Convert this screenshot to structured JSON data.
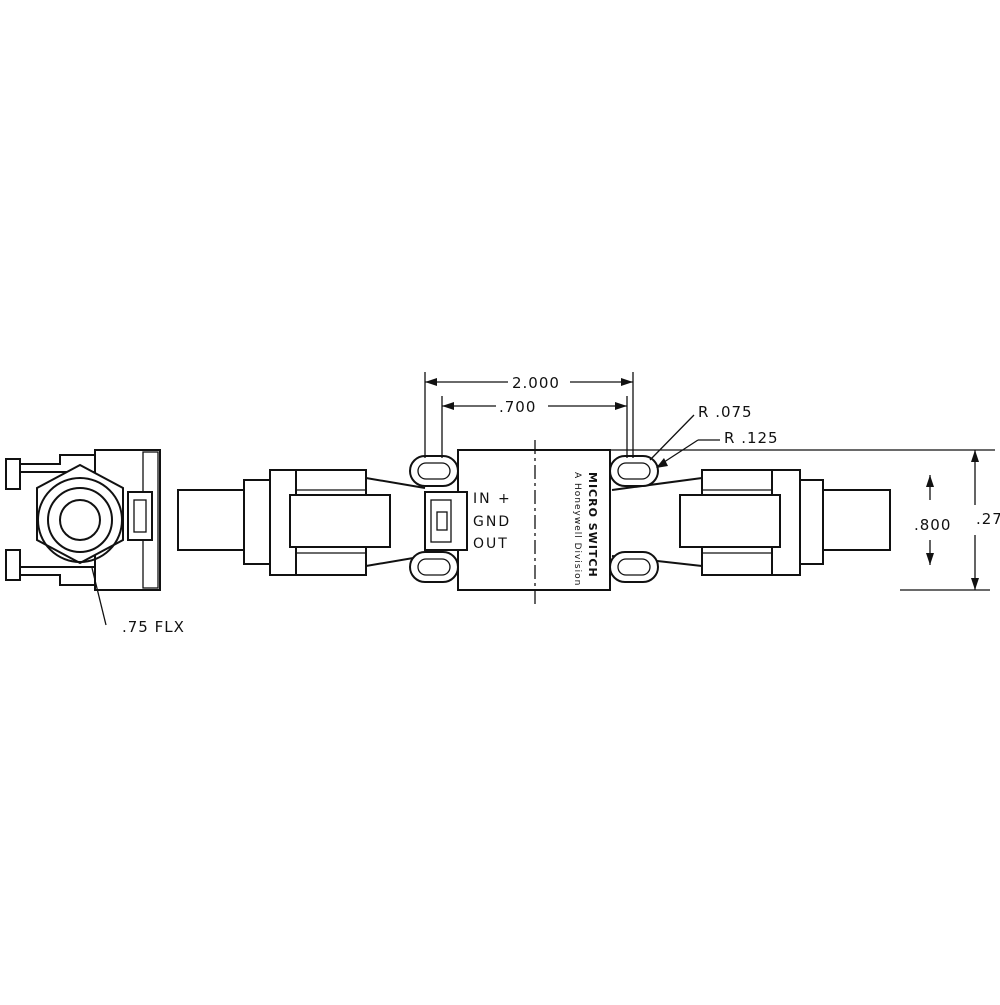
{
  "drawing": {
    "dimensions": {
      "overall_hole_spacing": "2.000",
      "inner_hole_spacing": ".700",
      "slot_radius": "R .075",
      "slot_end_radius": "R .125",
      "body_height": ".800",
      "overall_height": ".27",
      "conduit_size": ".75 FLX"
    },
    "terminals": {
      "in": "IN +",
      "gnd": "GND",
      "out": "OUT"
    },
    "nameplate": {
      "brand": "MICRO SWITCH",
      "subtitle": "A Honeywell Division"
    }
  }
}
